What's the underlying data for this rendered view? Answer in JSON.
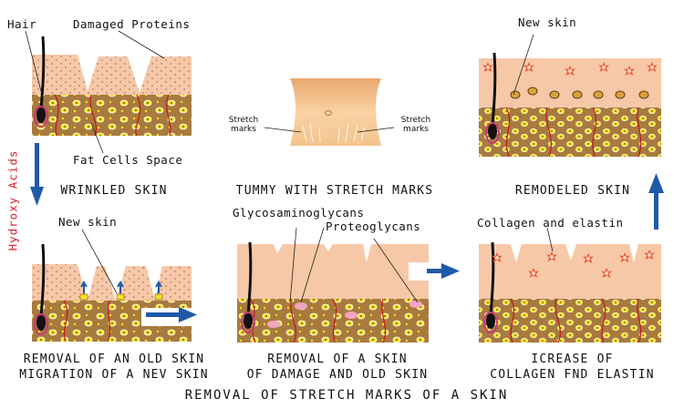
{
  "labels": {
    "hair": "Hair",
    "damaged_proteins": "Damaged Proteins",
    "fat_cells_space": "Fat Cells Space",
    "new_skin_top": "New skin",
    "new_skin_left": "New skin",
    "glycosaminoglycans": "Glycosaminoglycans",
    "proteoglycans": "Proteoglycans",
    "collagen_and_elastin": "Collagen and elastin",
    "hydroxy_acids": "Hydroxy Acids",
    "stretch_marks_left": "Stretch\nmarks",
    "stretch_marks_right": "Stretch\nmarks"
  },
  "captions": {
    "wrinkled": "WRINKLED SKIN",
    "tummy": "TUMMY WITH STRETCH MARKS",
    "remodeled": "REMODELED SKIN",
    "removal_old": "REMOVAL OF AN OLD SKIN\nMIGRATION OF A NEV SKIN",
    "removal_damage": "REMOVAL OF A SKIN\nOF DAMAGE AND OLD SKIN",
    "icrease": "ICREASE OF\nCOLLAGEN FND ELASTIN",
    "title": "REMOVAL OF STRETCH MARKS  OF A SKIN"
  },
  "colors": {
    "epidermis": "#f7c8a8",
    "dermis": "#a87a3e",
    "fat_yellow": "#f4e21c",
    "vessel": "#c8141e",
    "arrow_blue": "#1f5aa8",
    "collagen_star": "#e85a3a",
    "pink_cell": "#f2a4c0",
    "accent_red": "#d8202a"
  },
  "icons": [
    "hair-follicle-icon",
    "blue-arrow-icon",
    "collagen-star-icon",
    "fat-cell-icon",
    "navel-icon"
  ]
}
